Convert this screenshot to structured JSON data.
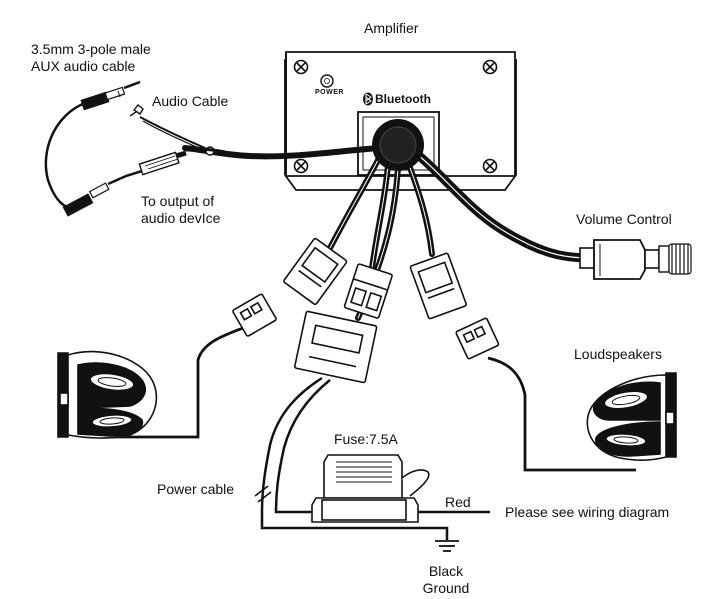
{
  "labels": {
    "amplifier": "Amplifier",
    "power_led": "POWER",
    "bluetooth": "Bluetooth",
    "aux_line1": "3.5mm 3-pole male",
    "aux_line2": "AUX audio cable",
    "audio_cable": "Audio Cable",
    "output_line1": "To output of",
    "output_line2": "audio devIce",
    "volume_control": "Volume Control",
    "loudspeakers": "Loudspeakers",
    "fuse": "Fuse:7.5A",
    "power_cable": "Power cable",
    "red": "Red",
    "wiring_note": "Please see wiring diagram",
    "black": "Black",
    "ground": "Ground"
  },
  "colors": {
    "line": "#111111",
    "panel": "#ffffff",
    "background": "#ffffff"
  },
  "icons": [
    "bluetooth-icon",
    "ground-symbol-icon",
    "screw-icon"
  ]
}
